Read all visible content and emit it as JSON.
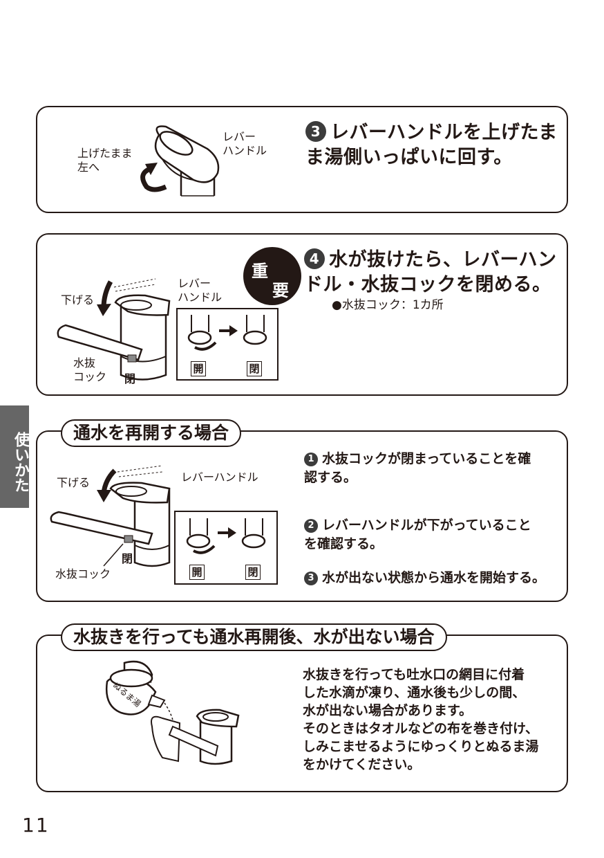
{
  "step3": {
    "illus_label_lever": "レバー\nハンドル",
    "illus_label_turn": "上げたまま\n左へ",
    "num": "3",
    "title": "レバーハンドルを上げたま\nま湯側いっぱいに回す。"
  },
  "step4": {
    "badge": [
      "重",
      "要"
    ],
    "num": "4",
    "title": "水が抜けたら、レバーハン\nドル・水抜コックを閉める。",
    "note": "●水抜コック：1カ所",
    "label_down": "下げる",
    "label_lever": "レバー\nハンドル",
    "label_cock": "水抜\nコック",
    "label_close": "閉",
    "inset_open": "開",
    "inset_close": "閉"
  },
  "section_reopen": {
    "title": "通水を再開する場合",
    "label_down": "下げる",
    "label_lever": "レバーハンドル",
    "label_close": "閉",
    "label_cock": "水抜コック",
    "inset_open": "開",
    "inset_close": "閉",
    "steps": [
      {
        "num": "1",
        "text": "水抜コックが閉まっていることを確\n認する。"
      },
      {
        "num": "2",
        "text": "レバーハンドルが下がっていること\nを確認する。"
      },
      {
        "num": "3",
        "text": "水が出ない状態から通水を開始する。"
      }
    ]
  },
  "section_nowater": {
    "title": "水抜きを行っても通水再開後、水が出ない場合",
    "kettle_label": "ぬるま湯",
    "text": "水抜きを行っても吐水口の網目に付着\nした水滴が凍り、通水後も少しの間、\n水が出ない場合があります。\nそのときはタオルなどの布を巻き付け、\nしみこませるようにゆっくりとぬるま湯\nをかけてください。"
  },
  "side_tab": "使いかた",
  "page_number": "11"
}
